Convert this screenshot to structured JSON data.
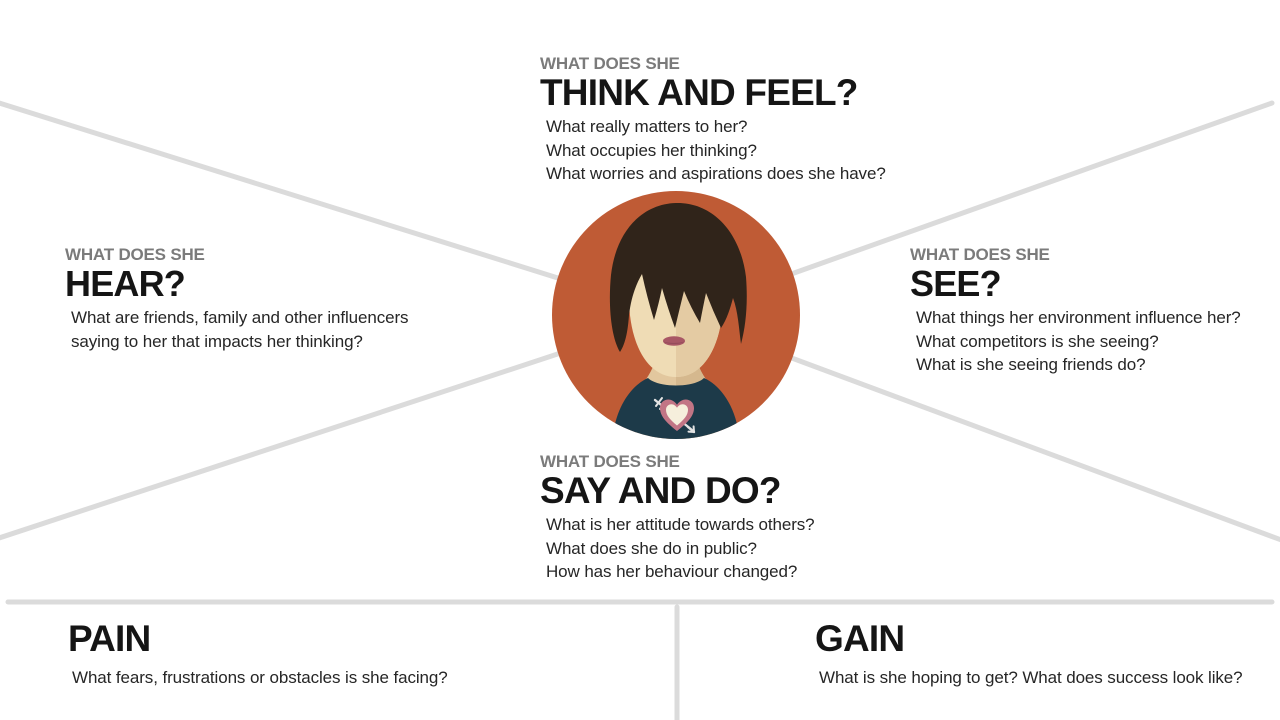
{
  "sections": {
    "think_feel": {
      "label": "WHAT DOES SHE",
      "title": "THINK AND FEEL?",
      "questions": [
        "What really matters to her?",
        "What occupies her thinking?",
        "What worries and aspirations does she have?"
      ]
    },
    "hear": {
      "label": "WHAT DOES SHE",
      "title": "HEAR?",
      "questions": [
        "What are friends, family and other influencers saying to her that impacts her thinking?"
      ]
    },
    "see": {
      "label": "WHAT DOES SHE",
      "title": "SEE?",
      "questions": [
        "What things her environment influence her?",
        "What competitors is she seeing?",
        "What is she seeing friends do?"
      ]
    },
    "say_do": {
      "label": "WHAT DOES SHE",
      "title": "SAY AND DO?",
      "questions": [
        "What is her attitude towards others?",
        "What does she do in public?",
        "How has her behaviour changed?"
      ]
    },
    "pain": {
      "title": "PAIN",
      "question": "What fears, frustrations or obstacles is she facing?"
    },
    "gain": {
      "title": "GAIN",
      "question": "What is she hoping to get? What does success look like?"
    }
  },
  "avatar": {
    "icon": "woman-persona-avatar",
    "brooch_icon": "heart-with-arrow"
  },
  "colors": {
    "background": "#ffffff",
    "divider_gray": "#dbdbdb",
    "label_gray": "#7b7b7b",
    "heading_black": "#151515",
    "body_text": "#262626",
    "avatar_circle_orange": "#bf5b35",
    "hair_brown": "#30241a",
    "skin_light": "#efdcb5",
    "skin_shadow": "#e4cba3",
    "neck_skin": "#e2c79e",
    "lips_rose": "#a85765",
    "shirt_navy": "#1d3a49",
    "heart_pink": "#c27585",
    "heart_cream": "#f6efdc",
    "arrow_gray": "#e3e3e3"
  }
}
